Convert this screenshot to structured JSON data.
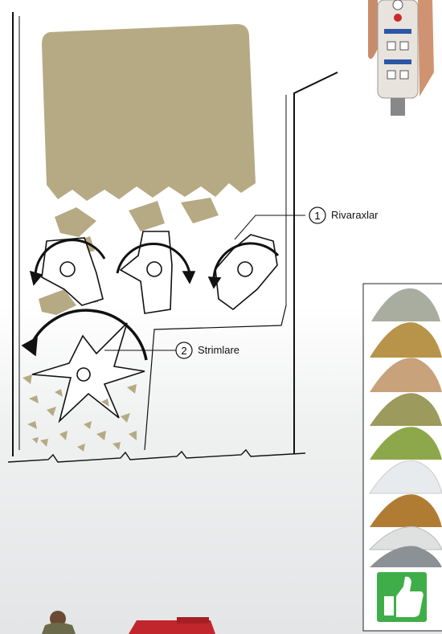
{
  "callouts": [
    {
      "number": "1",
      "label": "Rivaraxlar"
    },
    {
      "number": "2",
      "label": "Strimlare"
    }
  ],
  "colors": {
    "material": "#b5aa83",
    "outline": "#111111",
    "thumbs_up": "#3fae49",
    "remote_body": "#e8e3dc"
  },
  "icons": {
    "remote": "remote-control-icon",
    "thumbs_up": "thumbs-up-icon"
  },
  "material_piles": [
    {
      "name": "gravel-gray"
    },
    {
      "name": "bark-mulch"
    },
    {
      "name": "wood-chips"
    },
    {
      "name": "green-wood-chips"
    },
    {
      "name": "green-compost"
    },
    {
      "name": "white-paper"
    },
    {
      "name": "brown-compost"
    },
    {
      "name": "white-shreds"
    },
    {
      "name": "gray-pellets"
    }
  ]
}
